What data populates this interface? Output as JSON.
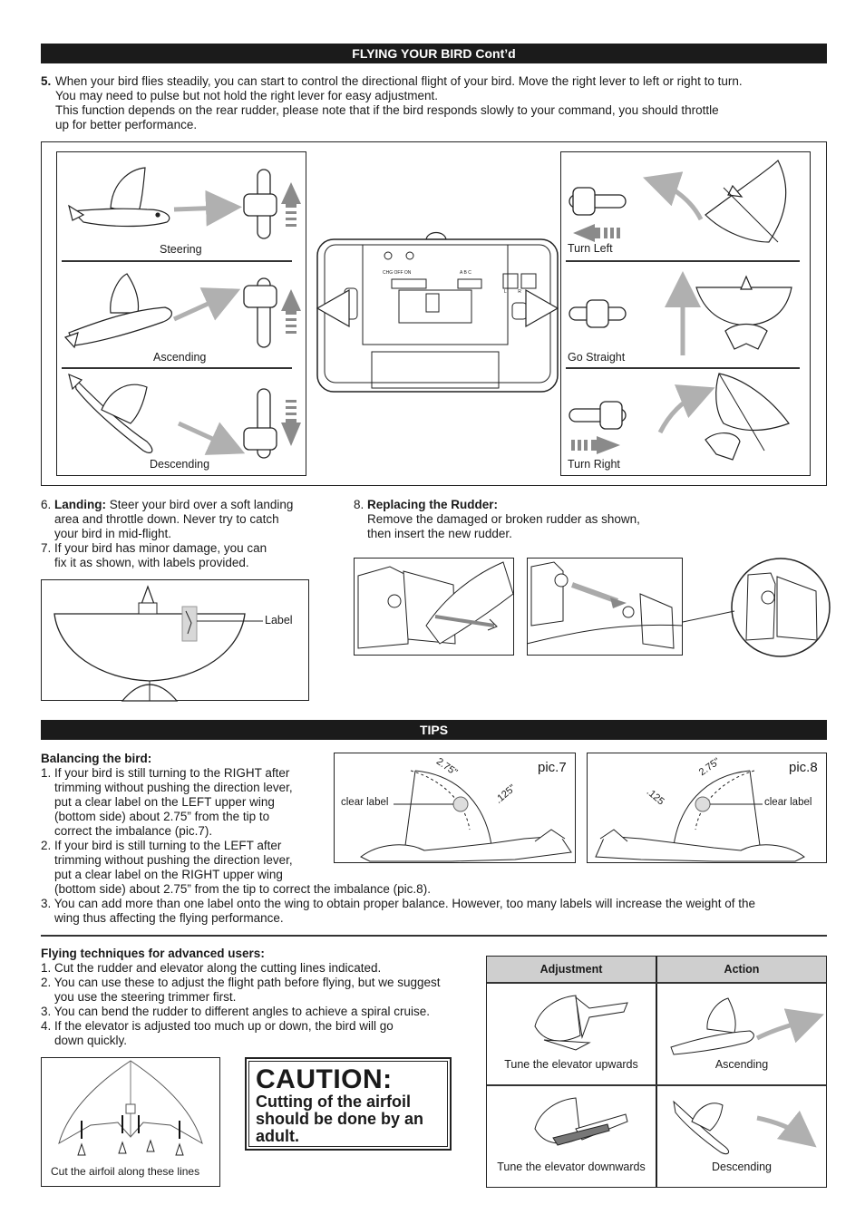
{
  "header": {
    "title": "FLYING YOUR BIRD Cont’d"
  },
  "step5": {
    "number": "5.",
    "line1": "When your bird flies steadily, you can start to control the directional flight of your bird. Move the right lever to left or right to turn.",
    "line2": "You may need to pulse but not hold  the right lever for easy adjustment.",
    "line3": "This function depends on the rear rudder, please note that if the bird responds slowly to your command, you should throttle",
    "line4": "up for better performance."
  },
  "control_panel": {
    "left_labels": [
      "Steering",
      "Ascending",
      "Descending"
    ],
    "right_labels": [
      "Turn Left",
      "Go Straight",
      "Turn Right"
    ],
    "remote_switch": [
      "CHG",
      "OFF",
      "ON"
    ],
    "remote_trim": [
      "A",
      "B",
      "C"
    ],
    "remote_lr": [
      "L",
      "R"
    ]
  },
  "step6": {
    "number": "6.",
    "title": "Landing:",
    "text1": " Steer your bird over a soft landing",
    "text2": "area and throttle down. Never try to catch",
    "text3": "your bird in mid-flight."
  },
  "step7": {
    "number": "7.",
    "text1": "If your bird has minor damage, you can",
    "text2": "fix it as shown, with labels provided."
  },
  "damage_fig": {
    "label": "Label"
  },
  "step8": {
    "number": "8.",
    "title": "Replacing the Rudder:",
    "text1": "Remove the damaged or broken rudder as shown,",
    "text2": "then insert the new rudder."
  },
  "tips": {
    "title": "TIPS",
    "balancing_title": "Balancing the bird:",
    "b1": [
      "1. If your bird is still turning to the RIGHT after",
      "trimming without pushing the direction lever,",
      "put a clear label on the LEFT upper wing",
      "(bottom side) about 2.75” from the tip to",
      "correct the imbalance (pic.7)."
    ],
    "b2": [
      "2. If your bird is still turning to the LEFT after",
      "trimming without pushing the direction lever,",
      "put a clear label on the RIGHT upper wing",
      "(bottom side) about 2.75” from the tip to correct the imbalance (pic.8)."
    ],
    "b3": [
      "3. You can add more than one label onto the wing to obtain proper balance. However, too many labels will increase the weight of the",
      "wing thus affecting the flying performance."
    ],
    "pic7": {
      "name": "pic.7",
      "clear_label": "clear label",
      "dim_a": "2.75\"",
      "dim_b": ".125\""
    },
    "pic8": {
      "name": "pic.8",
      "clear_label": "clear label",
      "dim_a": "2.75\"",
      "dim_b": ".125"
    }
  },
  "advanced": {
    "title": "Flying techniques for advanced users:",
    "lines": [
      "1. Cut the rudder and elevator along the cutting lines indicated.",
      "2. You can use these to adjust the flight path before flying, but we suggest",
      "you use the steering trimmer first.",
      "3. You can bend the rudder to different angles to achieve a spiral cruise.",
      "4. If the elevator is adjusted too much up or down, the bird will go",
      "down quickly."
    ],
    "cut_caption": "Cut the airfoil along these lines"
  },
  "caution": {
    "title": "CAUTION:",
    "lines": [
      "Cutting of the airfoil",
      "should be done by an",
      "adult."
    ]
  },
  "table": {
    "headers": [
      "Adjustment",
      "Action"
    ],
    "rows": [
      {
        "adjustment": "Tune the elevator upwards",
        "action": "Ascending"
      },
      {
        "adjustment": "Tune the elevator downwards",
        "action": "Descending"
      }
    ]
  },
  "colors": {
    "bar": "#1b1b1b",
    "arrow_gray": "#b0b0b0",
    "table_head": "#cfcfcf"
  }
}
